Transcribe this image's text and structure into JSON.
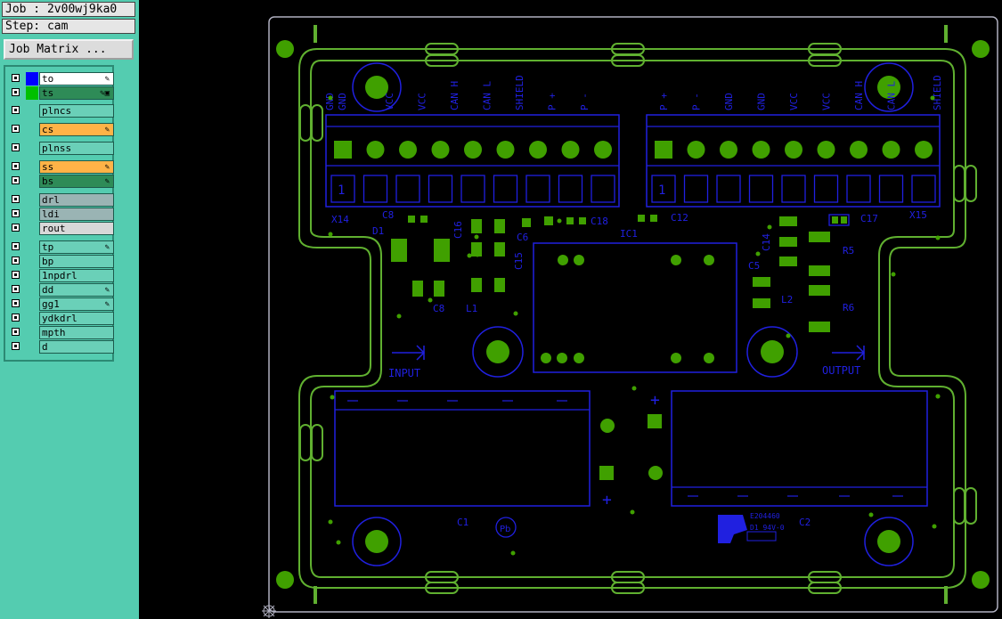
{
  "job_label": "Job : 2v00wj9ka0",
  "step_label": "Step: cam",
  "job_matrix_label": "Job Matrix ...",
  "layers": [
    {
      "name": "to",
      "color": "#ffffff",
      "swatch": "#0000ff",
      "flag": "pencil"
    },
    {
      "name": "ts",
      "color": "#2e8b57",
      "swatch": "#00c000",
      "flag": "pencil-lock"
    },
    {
      "name": "plncs",
      "color": "#6ad0b8",
      "swatch": "",
      "flag": ""
    },
    {
      "name": "cs",
      "color": "#ffb347",
      "swatch": "",
      "flag": "pencil"
    },
    {
      "name": "plnss",
      "color": "#6ad0b8",
      "swatch": "",
      "flag": ""
    },
    {
      "name": "ss",
      "color": "#ffb347",
      "swatch": "",
      "flag": "pencil"
    },
    {
      "name": "bs",
      "color": "#2e8b57",
      "swatch": "",
      "flag": "pencil"
    },
    {
      "name": "drl",
      "color": "#9ab4b4",
      "swatch": "",
      "flag": ""
    },
    {
      "name": "ldi",
      "color": "#9ab4b4",
      "swatch": "",
      "flag": ""
    },
    {
      "name": "rout",
      "color": "#d8d8d8",
      "swatch": "",
      "flag": ""
    },
    {
      "name": "tp",
      "color": "#6ad0b8",
      "swatch": "",
      "flag": "pencil"
    },
    {
      "name": "bp",
      "color": "#6ad0b8",
      "swatch": "",
      "flag": ""
    },
    {
      "name": "1npdrl",
      "color": "#6ad0b8",
      "swatch": "",
      "flag": ""
    },
    {
      "name": "dd",
      "color": "#6ad0b8",
      "swatch": "",
      "flag": "pencil"
    },
    {
      "name": "gg1",
      "color": "#6ad0b8",
      "swatch": "",
      "flag": "pencil"
    },
    {
      "name": "ydkdrl",
      "color": "#6ad0b8",
      "swatch": "",
      "flag": ""
    },
    {
      "name": "mpth",
      "color": "#6ad0b8",
      "swatch": "",
      "flag": ""
    },
    {
      "name": "d",
      "color": "#6ad0b8",
      "swatch": "",
      "flag": ""
    }
  ],
  "board": {
    "left_connector_labels": [
      "GND",
      "GND",
      "VCC",
      "VCC",
      "CAN H",
      "CAN L",
      "SHIELD",
      "P +",
      "P -"
    ],
    "right_connector_labels": [
      "P +",
      "P -",
      "GND",
      "GND",
      "VCC",
      "VCC",
      "CAN H",
      "CAN L",
      "SHIELD"
    ],
    "pin1_label": "1",
    "refdes": [
      "X14",
      "X15",
      "C8",
      "D1",
      "C16",
      "C6",
      "C18",
      "C12",
      "IC1",
      "C14",
      "C17",
      "R5",
      "C5",
      "L2",
      "C15",
      "C8",
      "L1",
      "R6",
      "C1",
      "C2"
    ],
    "input_label": "INPUT",
    "output_label": "OUTPUT",
    "plus_sign": "+",
    "logo_text": [
      "E204460",
      "D1 94V-0"
    ]
  },
  "colors": {
    "outline_blue": "#2020e0",
    "pad_green": "#40a000",
    "border_green": "#70c040",
    "sidebar": "#54ccb0"
  }
}
